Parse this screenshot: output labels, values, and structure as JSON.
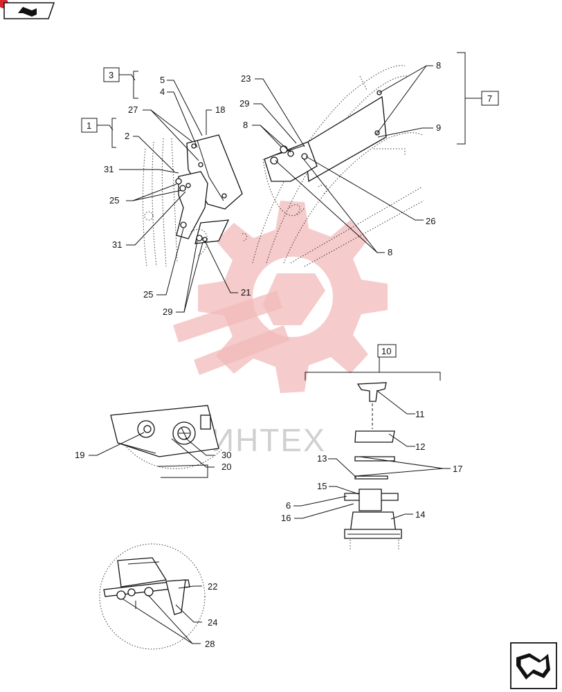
{
  "watermark": {
    "text": "ИНТЕХ"
  },
  "callouts": [
    "5",
    "4",
    "27",
    "18",
    "2",
    "31",
    "25",
    "31",
    "25",
    "29",
    "21",
    "23",
    "29",
    "8",
    "8",
    "9",
    "26",
    "8",
    "11",
    "12",
    "13",
    "17",
    "15",
    "6",
    "16",
    "14",
    "19",
    "30",
    "20",
    "22",
    "24",
    "28"
  ],
  "boxed_callouts": [
    "3",
    "1",
    "7",
    "10"
  ]
}
